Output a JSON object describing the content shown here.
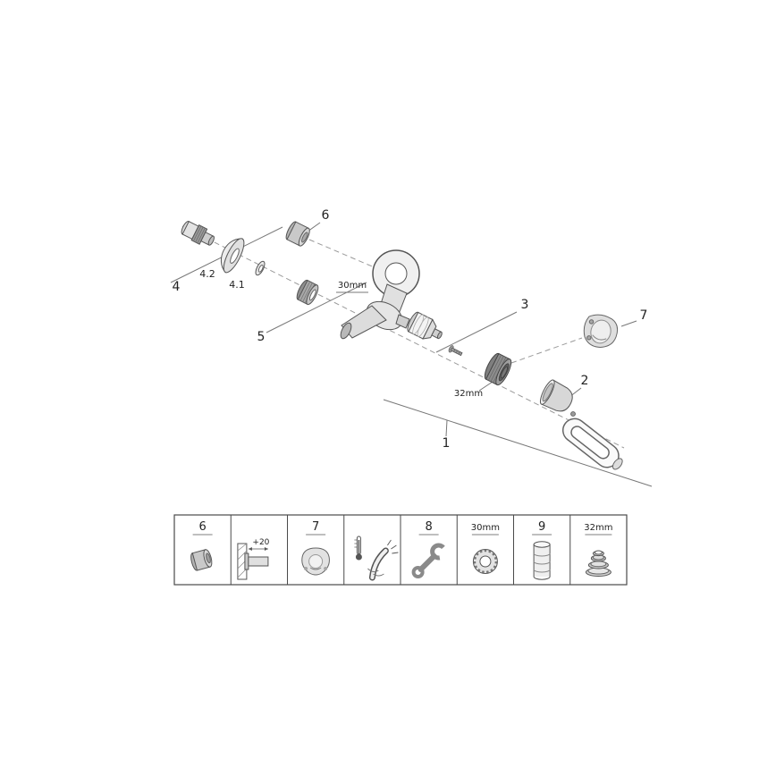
{
  "callouts": {
    "p1": "1",
    "p2": "2",
    "p3": "3",
    "p4": "4",
    "p4_1": "4.1",
    "p4_2": "4.2",
    "p5": "5",
    "p6": "6",
    "p7": "7",
    "dim30": "30mm",
    "dim32": "32mm"
  },
  "legend": {
    "cells": [
      {
        "label": "6",
        "icon": "union-nut-part-icon"
      },
      {
        "label": "+20",
        "icon": "wall-mounting-depth-icon"
      },
      {
        "label": "7",
        "icon": "escutcheon-cap-part-icon"
      },
      {
        "label": "",
        "icon": "temperature-adjust-lever-icon"
      },
      {
        "label": "8",
        "icon": "wrench-tool-icon"
      },
      {
        "label": "30mm",
        "icon": "knurled-nut-icon"
      },
      {
        "label": "9",
        "icon": "extension-sleeve-part-icon"
      },
      {
        "label": "32mm",
        "icon": "seal-ring-stack-icon"
      }
    ]
  }
}
